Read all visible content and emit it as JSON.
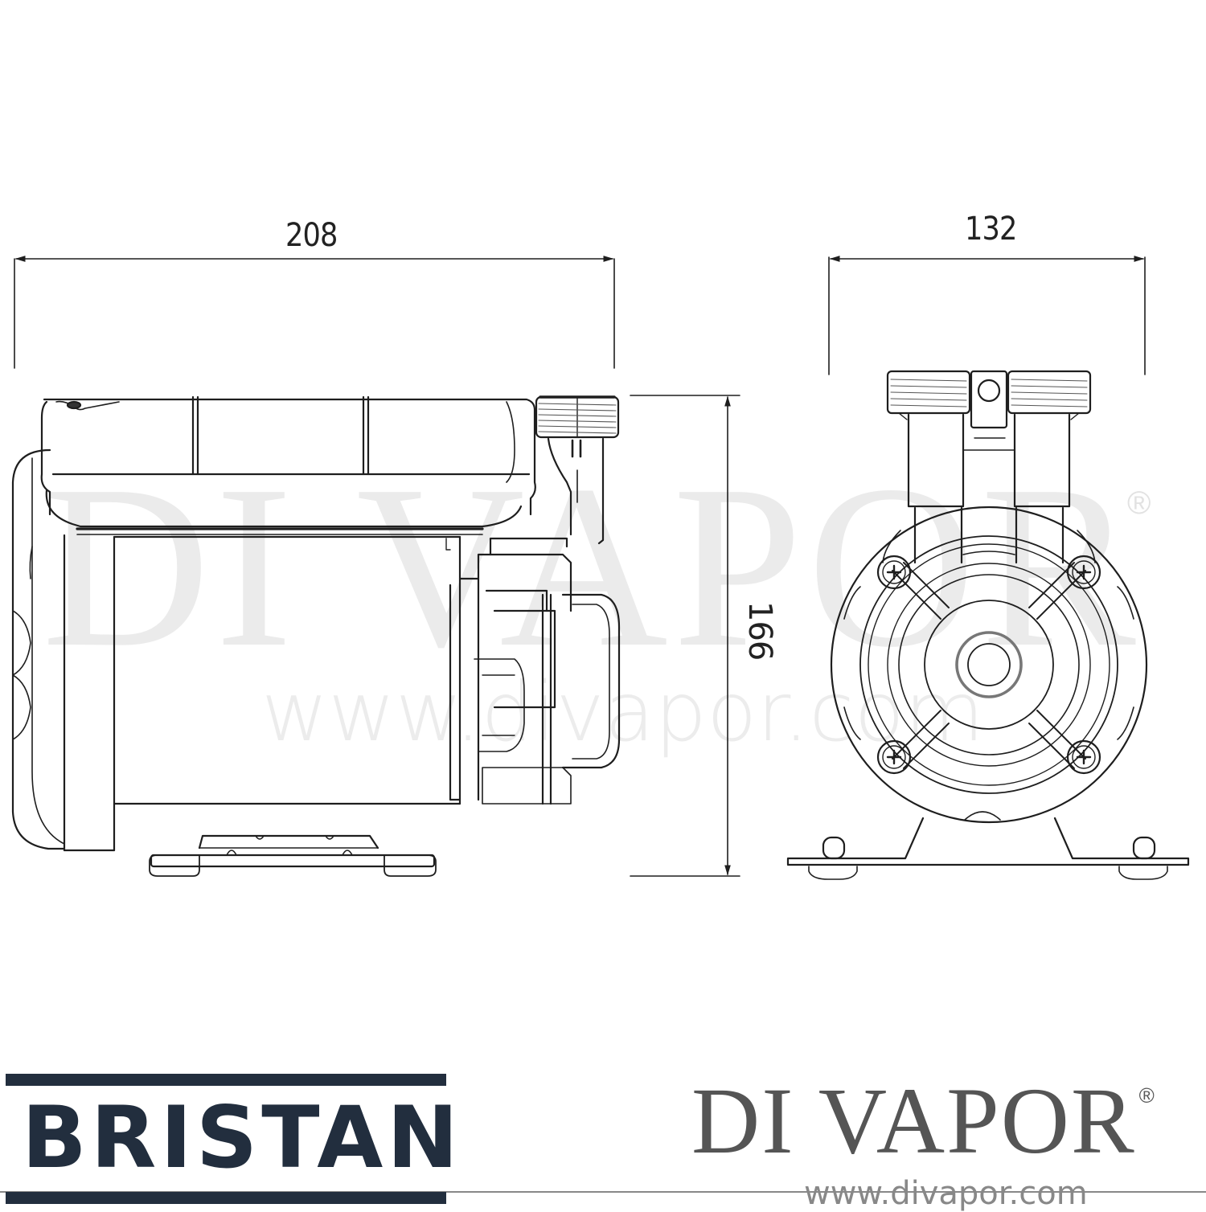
{
  "dimensions": {
    "width": {
      "value": "208",
      "label": "208"
    },
    "depth": {
      "value": "132",
      "label": "132"
    },
    "height": {
      "value": "166",
      "label": "166"
    }
  },
  "views": {
    "side_view": "side-elevation",
    "front_view": "front-elevation"
  },
  "watermark": {
    "brand": "DI VAPOR",
    "registered": "®",
    "url": "www.divapor.com"
  },
  "logos": {
    "bristan": {
      "text": "BRISTAN",
      "color": "#222e3e"
    },
    "divapor": {
      "text": "DI VAPOR",
      "registered": "®",
      "url": "www.divapor.com",
      "color": "#555555"
    }
  },
  "colors": {
    "line": "#1e1e1e",
    "watermark": "#ebebeb",
    "background": "#ffffff"
  }
}
